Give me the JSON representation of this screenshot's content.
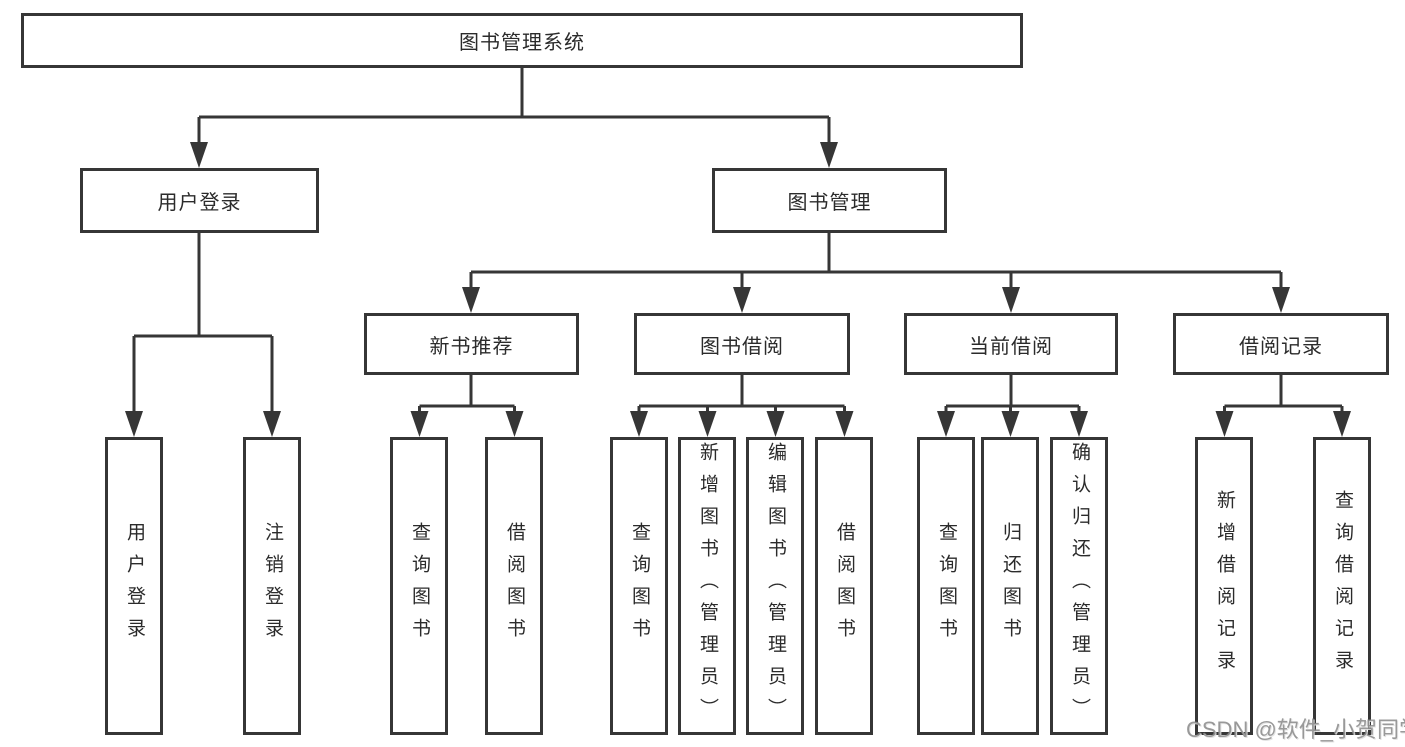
{
  "diagram_title": "图书管理系统",
  "nodes": {
    "root": {
      "label": "图书管理系统"
    },
    "level2": {
      "user_login": {
        "label": "用户登录"
      },
      "book_mgmt": {
        "label": "图书管理"
      }
    },
    "level3": {
      "new_book_rec": {
        "label": "新书推荐"
      },
      "book_borrow": {
        "label": "图书借阅"
      },
      "current_borrow": {
        "label": "当前借阅"
      },
      "borrow_record": {
        "label": "借阅记录"
      }
    },
    "leaves": {
      "user_login_leaf": {
        "label": "用户登录"
      },
      "logout": {
        "label": "注销登录"
      },
      "query_book_rec": {
        "label": "查询图书"
      },
      "borrow_book_rec": {
        "label": "借阅图书"
      },
      "query_book_borrow": {
        "label": "查询图书"
      },
      "add_book_admin": {
        "label": "新增图书（管理员）"
      },
      "edit_book_admin": {
        "label": "编辑图书（管理员）"
      },
      "borrow_book_borrow": {
        "label": "借阅图书"
      },
      "query_book_current": {
        "label": "查询图书"
      },
      "return_book": {
        "label": "归还图书"
      },
      "confirm_return_admin": {
        "label": "确认归还（管理员）"
      },
      "add_borrow_record": {
        "label": "新增借阅记录"
      },
      "query_borrow_record": {
        "label": "查询借阅记录"
      }
    }
  },
  "watermark": "CSDN @软件_小贺同学",
  "colors": {
    "line": "#363636",
    "box_border": "#363636",
    "text": "#2b2b2b",
    "watermark": "#8a8a8a",
    "background": "#ffffff"
  }
}
